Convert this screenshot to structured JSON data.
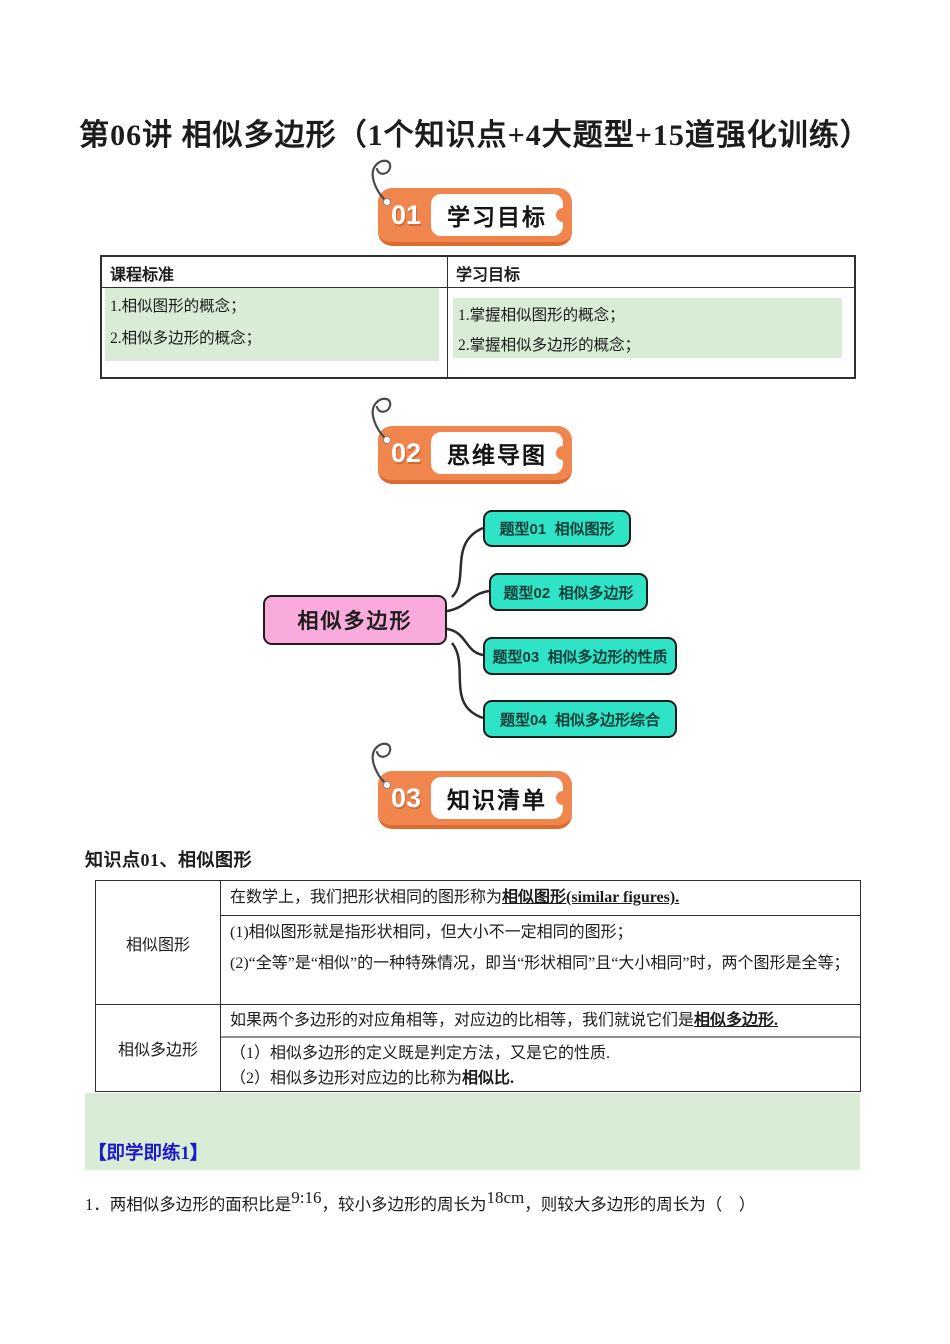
{
  "page": {
    "title": "第06讲 相似多边形（1个知识点+4大题型+15道强化训练）"
  },
  "badges": [
    {
      "number": "01",
      "label": "学习目标"
    },
    {
      "number": "02",
      "label": "思维导图"
    },
    {
      "number": "03",
      "label": "知识清单"
    }
  ],
  "objectives_table": {
    "header_left": "课程标准",
    "header_right": "学习目标",
    "course_standard": [
      "1.相似图形的概念；",
      "2.相似多边形的概念；"
    ],
    "learning_goals": [
      "1.掌握相似图形的概念；",
      "2.掌握相似多边形的概念；"
    ]
  },
  "mindmap": {
    "root": "相似多边形",
    "branches": [
      "题型01  相似图形",
      "题型02  相似多边形",
      "题型03  相似多边形的性质",
      "题型04  相似多边形综合"
    ]
  },
  "knowledge": {
    "heading": "知识点01、相似图形",
    "row1": {
      "term": "相似图形",
      "def_prefix": "在数学上，我们把形状相同的图形称为",
      "def_term": "相似图形(similar figures).",
      "note1": "(1)相似图形就是指形状相同，但大小不一定相同的图形；",
      "note2": "(2)“全等”是“相似”的一种特殊情况，即当“形状相同”且“大小相同”时，两个图形是全等；"
    },
    "row2": {
      "term": "相似多边形",
      "def_prefix": "如果两个多边形的对应角相等，对应边的比相等，我们就说它们是",
      "def_term": "相似多边形.",
      "note1": "（1）相似多边形的定义既是判定方法，又是它的性质.",
      "note2_prefix": "（2）相似多边形对应边的比称为",
      "note2_term": "相似比."
    }
  },
  "practice": {
    "label": "【即学即练1】",
    "question": {
      "prefix": "1．两相似多边形的面积比是",
      "ratio": "9:16",
      "mid": "，较小多边形的周长为",
      "value": "18cm",
      "suffix": "，则较大多边形的周长为（　）"
    }
  },
  "colors": {
    "badge_orange": "#f0854e",
    "badge_orange_shadow": "#dd6b2f",
    "highlight_green": "#d8ecd6",
    "mindmap_pink": "#f9abdc",
    "mindmap_teal": "#2ee3c6",
    "practice_label_blue": "#1a1acb"
  }
}
